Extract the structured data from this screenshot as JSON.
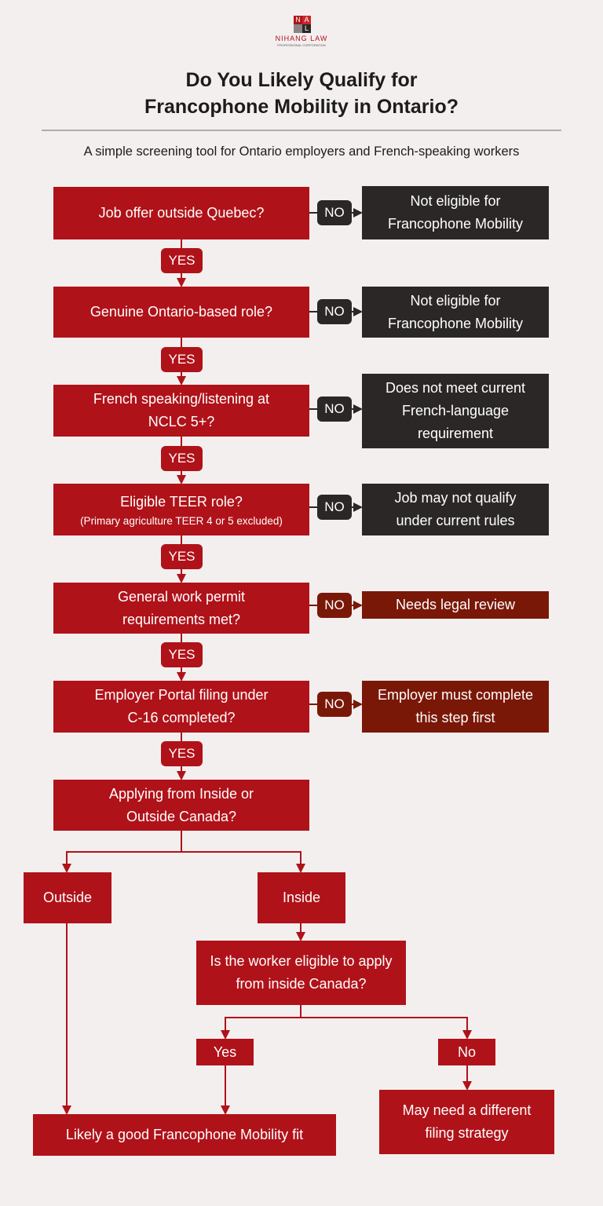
{
  "logo": {
    "letters": [
      "N",
      "A",
      "",
      "L"
    ],
    "name": "NIHANG LAW",
    "tagline": "PROFESSIONAL CORPORATION"
  },
  "title_line1": "Do You Likely Qualify for",
  "title_line2": "Francophone Mobility in Ontario?",
  "subtitle": "A simple screening tool for Ontario employers and French-speaking workers",
  "yes_label": "YES",
  "no_label": "NO",
  "steps": [
    {
      "question": "Job offer outside Quebec?",
      "no_result": "Not eligible for Francophone Mobility"
    },
    {
      "question": "Genuine Ontario-based role?",
      "no_result": "Not eligible for Francophone Mobility"
    },
    {
      "question": "French speaking/listening at NCLC 5+?",
      "no_result": "Does not meet current French-language requirement"
    },
    {
      "question": "Eligible TEER role?",
      "note": "(Primary agriculture TEER 4 or 5 excluded)",
      "no_result": "Job may not qualify under current rules"
    },
    {
      "question": "General work permit requirements met?",
      "no_result": "Needs legal review"
    },
    {
      "question": "Employer Portal filing under C-16 completed?",
      "no_result": "Employer must complete this step first"
    }
  ],
  "location_question": "Applying from Inside or Outside Canada?",
  "outside_label": "Outside",
  "inside_label": "Inside",
  "inside_question": "Is the worker eligible to apply from inside Canada?",
  "inside_yes": "Yes",
  "inside_no": "No",
  "good_fit": "Likely a good Francophone Mobility fit",
  "different_strategy": "May need a different filing strategy",
  "colors": {
    "red": "#b01219",
    "maroon": "#7a1808",
    "dark": "#2b2727",
    "background": "#f3efef"
  }
}
